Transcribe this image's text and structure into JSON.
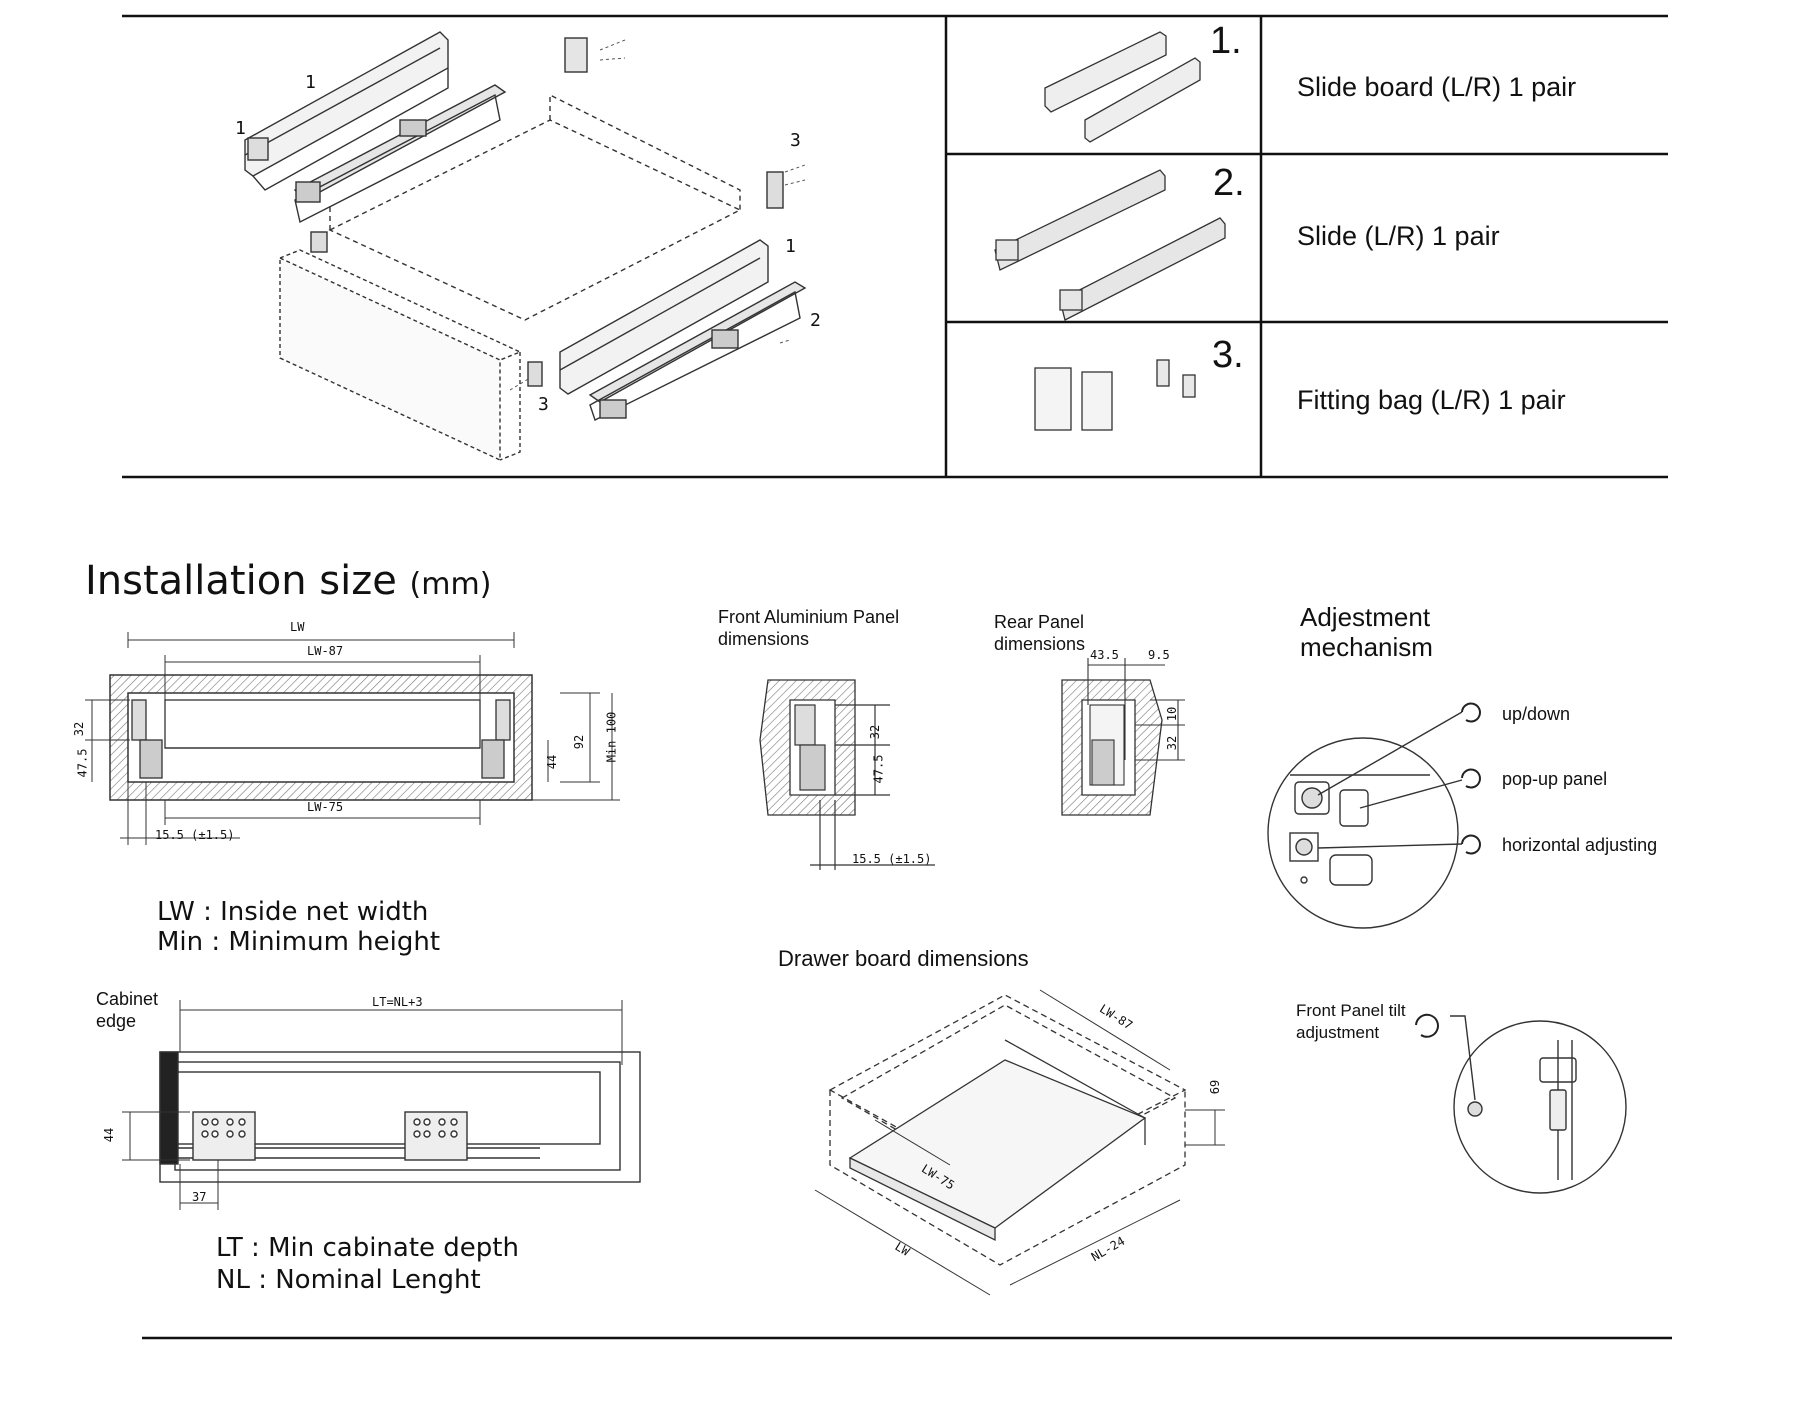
{
  "parts_table": {
    "rows": [
      {
        "number": "1.",
        "label": "Slide board (L/R) 1 pair"
      },
      {
        "number": "2.",
        "label": "Slide (L/R) 1 pair"
      },
      {
        "number": "3.",
        "label": "Fitting bag (L/R) 1 pair"
      }
    ]
  },
  "exploded_view": {
    "callouts": [
      "1",
      "1",
      "3",
      "1",
      "2",
      "3"
    ]
  },
  "installation": {
    "title": "Installation size",
    "unit": "(mm)",
    "front_view_dims": {
      "lw": "LW",
      "lw87": "LW-87",
      "lw75": "LW-75",
      "d32": "32",
      "d475": "47.5",
      "d92": "92",
      "d44": "44",
      "min100": "Min 100",
      "d155": "15.5 (±1.5)"
    },
    "legend_lines": [
      "LW : Inside net width",
      "Min : Minimum height"
    ],
    "side_view": {
      "cabinet_edge": [
        "Cabinet",
        "edge"
      ],
      "lt": "LT=NL+3",
      "d44": "44",
      "d37": "37"
    },
    "legend2_lines": [
      "LT : Min cabinate depth",
      "NL : Nominal Lenght"
    ]
  },
  "front_panel": {
    "title_lines": [
      "Front Aluminium Panel",
      "dimensions"
    ],
    "d32": "32",
    "d475": "47.5",
    "d155": "15.5 (±1.5)"
  },
  "rear_panel": {
    "title_lines": [
      "Rear Panel",
      "dimensions"
    ],
    "d435": "43.5",
    "d95": "9.5",
    "d10": "10",
    "d32": "32"
  },
  "adjustment": {
    "title_lines": [
      "Adjestment",
      "mechanism"
    ],
    "items": [
      "up/down",
      "pop-up panel",
      "horizontal adjusting"
    ],
    "tilt_lines": [
      "Front Panel tilt",
      "adjustment"
    ]
  },
  "drawer_board": {
    "title": "Drawer board dimensions",
    "lw87": "LW-87",
    "lw75": "LW-75",
    "lw": "LW",
    "nl24": "NL-24",
    "d69": "69"
  }
}
